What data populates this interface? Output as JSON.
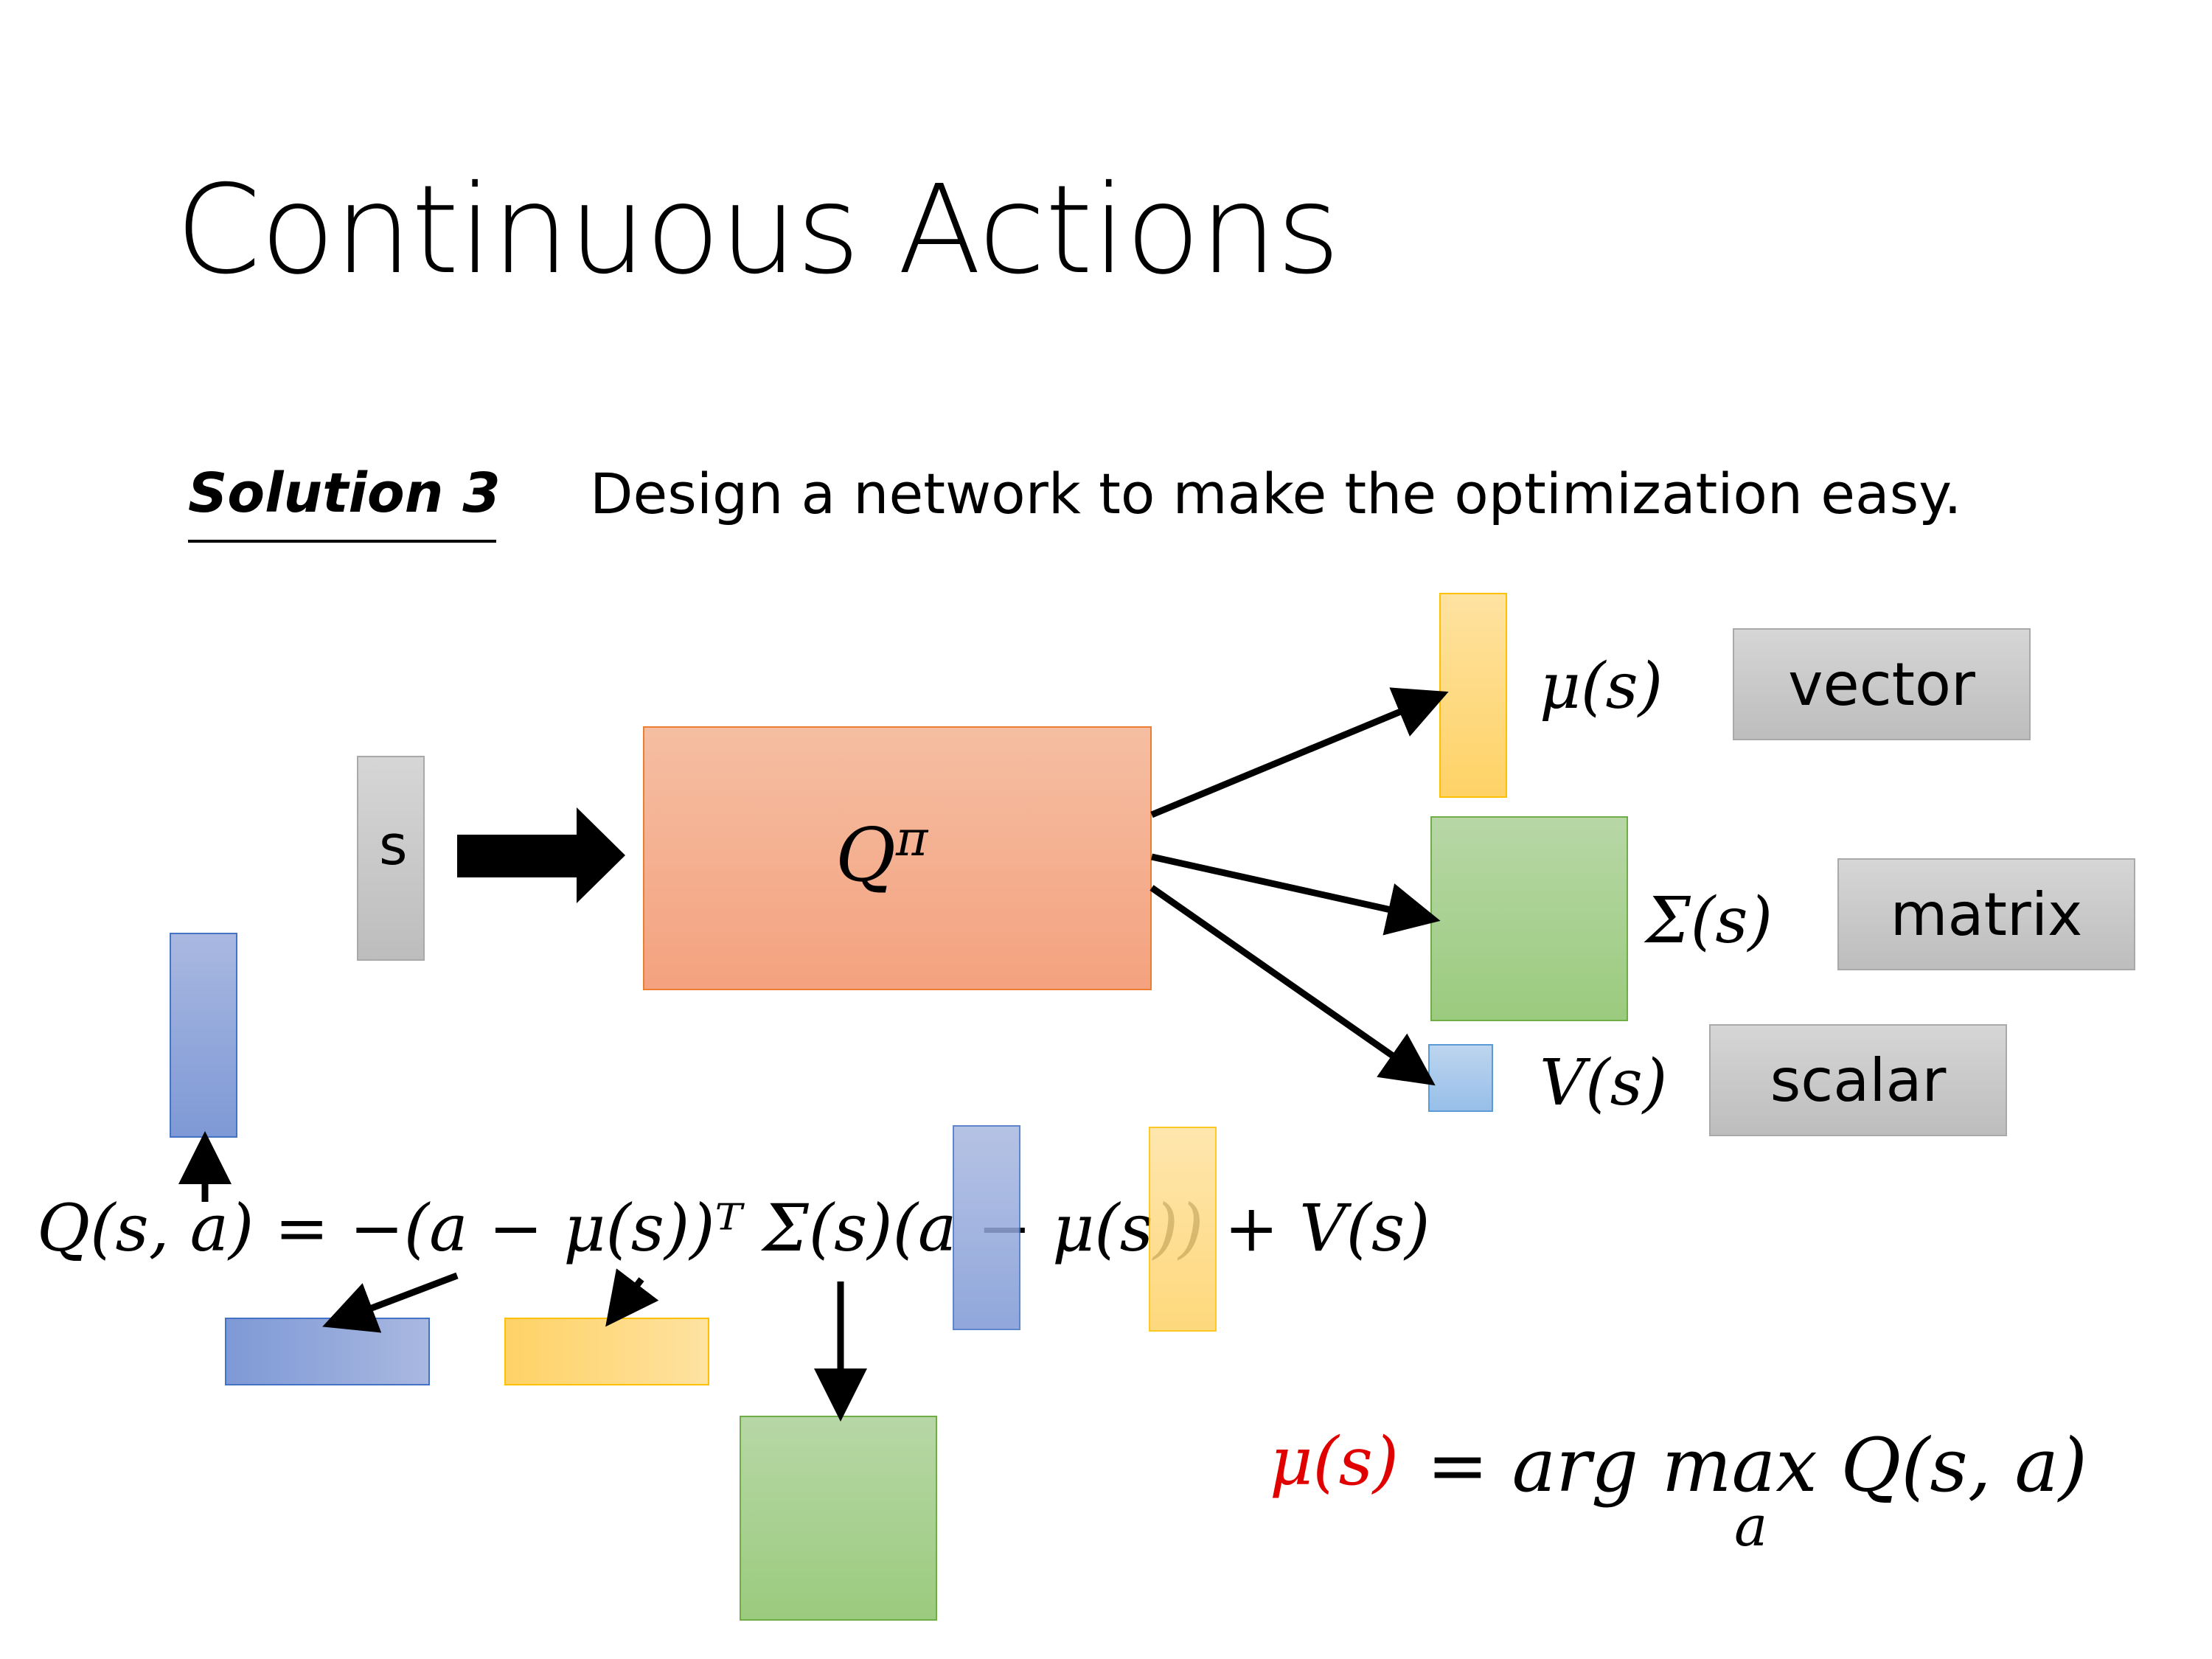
{
  "slide": {
    "title": "Continuous Actions",
    "solution_label": "Solution 3",
    "solution_text": "Design a network to make the optimization easy."
  },
  "network": {
    "input_label": "s",
    "box_label": "Qπ",
    "outputs": [
      {
        "label": "μ(s)",
        "tag": "vector"
      },
      {
        "label": "Σ(s)",
        "tag": "matrix"
      },
      {
        "label": "V(s)",
        "tag": "scalar"
      }
    ]
  },
  "equations": {
    "q_function": "Q(s, a) = −(a − μ(s))ᵀ Σ(s)(a − μ(s)) + V(s)",
    "argmax_lhs": "μ(s)",
    "argmax_rhs": "= arg max Q(s, a)",
    "argmax_sub": "a"
  },
  "colors": {
    "input": "#bfbfbf",
    "network": "#f4a27f",
    "mu": "#fed266",
    "sigma": "#9bcb7e",
    "value": "#97bfe9",
    "action": "#7e99d6",
    "highlight": "#e00000"
  }
}
